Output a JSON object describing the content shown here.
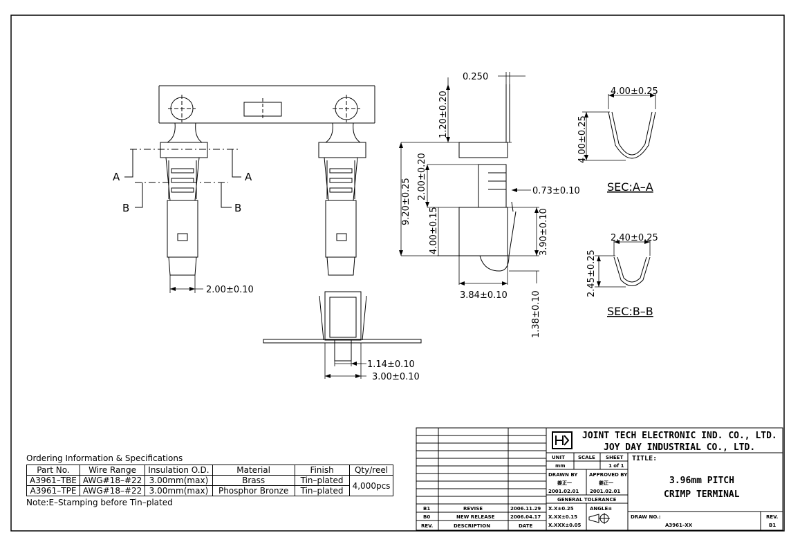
{
  "dimensions": {
    "d_0250": "0.250",
    "d_120": "1.20±0.20",
    "d_920": "9.20±0.25",
    "d_200v": "2.00±0.20",
    "d_073": "0.73±0.10",
    "d_400v": "4.00±0.15",
    "d_390": "3.90±0.10",
    "d_384": "3.84±0.10",
    "d_138": "1.38±0.10",
    "d_200h": "2.00±0.10",
    "d_114": "1.14±0.10",
    "d_300": "3.00±0.10",
    "secA_w": "4.00±0.25",
    "secA_h": "4.00±0.25",
    "secB_w": "2.40±0.25",
    "secB_h": "2.45±0.25"
  },
  "section_labels": {
    "a": "A",
    "b": "B",
    "sec_a": "SEC:A–A",
    "sec_b": "SEC:B–B"
  },
  "ordering": {
    "title": "Ordering Information & Specifications",
    "headers": [
      "Part No.",
      "Wire Range",
      "Insulation O.D.",
      "Material",
      "Finish",
      "Qty/reel"
    ],
    "rows": [
      {
        "part": "A3961–TBE",
        "wire": "AWG#18–#22",
        "od": "3.00mm(max)",
        "material": "Brass",
        "finish": "Tin–plated"
      },
      {
        "part": "A3961–TPE",
        "wire": "AWG#18–#22",
        "od": "3.00mm(max)",
        "material": "Phosphor Bronze",
        "finish": "Tin–plated"
      }
    ],
    "qty": "4,000pcs",
    "note": "Note:E–Stamping before Tin–plated"
  },
  "title_block": {
    "company1": "JOINT TECH ELECTRONIC IND. CO., LTD.",
    "company2": "JOY DAY INDUSTRIAL CO., LTD.",
    "unit_label": "UNIT",
    "unit": "mm",
    "scale_label": "SCALE",
    "sheet_label": "SHEET",
    "sheet": "1 of 1",
    "title_label": "TITLE:",
    "title1": "3.96mm PITCH",
    "title2": "CRIMP TERMINAL",
    "drawn_by": "DRAWN BY",
    "approved_by": "APPROVED BY",
    "drawn_name": "姜正一",
    "approved_name": "姜正一",
    "drawn_date": "2001.02.01",
    "approved_date": "2001.02.01",
    "tolerance_label": "GENERAL TOLERANCE",
    "tol1": "X.X±0.25",
    "tol2": "X.XX±0.15",
    "tol3": "X.XXX±0.05",
    "angle": "ANGLE±",
    "draw_no_label": "DRAW NO.:",
    "draw_no": "A3961–XX",
    "rev_label": "REV.",
    "rev": "B1",
    "revisions": [
      {
        "rev": "B1",
        "desc": "REVISE",
        "date": "2006.11.29"
      },
      {
        "rev": "B0",
        "desc": "NEW RELEASE",
        "date": "2006.04.17"
      }
    ],
    "rev_col": "REV.",
    "desc_col": "DESCRIPTION",
    "date_col": "DATE"
  }
}
